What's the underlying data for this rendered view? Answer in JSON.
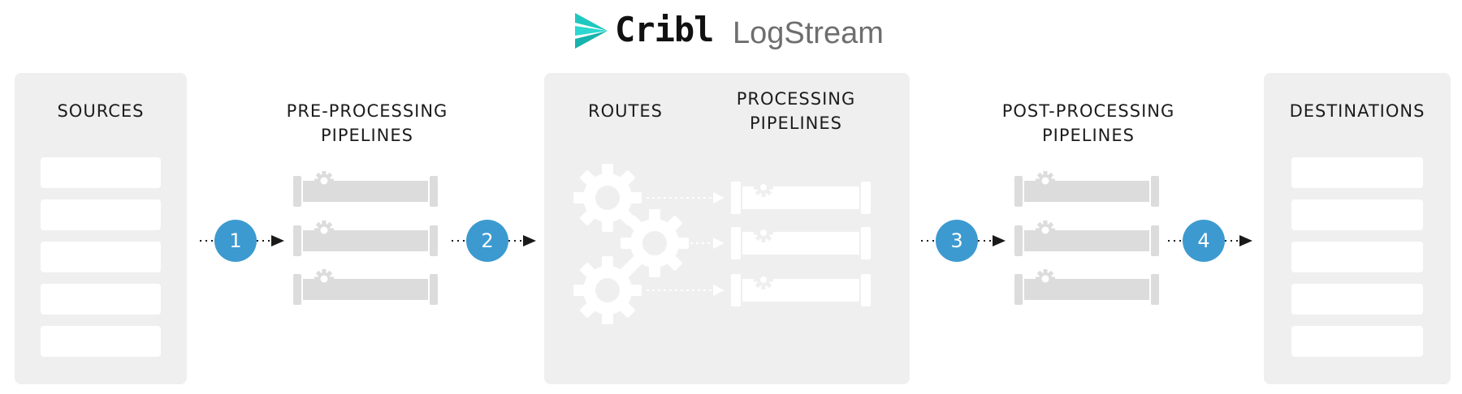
{
  "header": {
    "brand": "Cribl",
    "product": "LogStream",
    "logo_icon": "cribl-chevron-icon",
    "logo_colors": [
      "#1ec8c0",
      "#2ad8d0",
      "#17b3ad"
    ]
  },
  "stages": {
    "sources": {
      "title": "SOURCES",
      "slot_count": 5
    },
    "pre_processing": {
      "title_line1": "PRE-PROCESSING",
      "title_line2": "PIPELINES",
      "pipe_count": 3
    },
    "routes": {
      "title": "ROUTES"
    },
    "processing": {
      "title_line1": "PROCESSING",
      "title_line2": "PIPELINES",
      "pipe_count": 3
    },
    "post_processing": {
      "title_line1": "POST-PROCESSING",
      "title_line2": "PIPELINES",
      "pipe_count": 3
    },
    "destinations": {
      "title": "DESTINATIONS",
      "slot_count": 5
    }
  },
  "steps": [
    {
      "label": "1"
    },
    {
      "label": "2"
    },
    {
      "label": "3"
    },
    {
      "label": "4"
    }
  ],
  "colors": {
    "panel": "#efefef",
    "step": "#3c9ad0",
    "pipe": "#dcdcdc",
    "gear": "#e2e2e2",
    "arrow": "#1a1a1a"
  }
}
